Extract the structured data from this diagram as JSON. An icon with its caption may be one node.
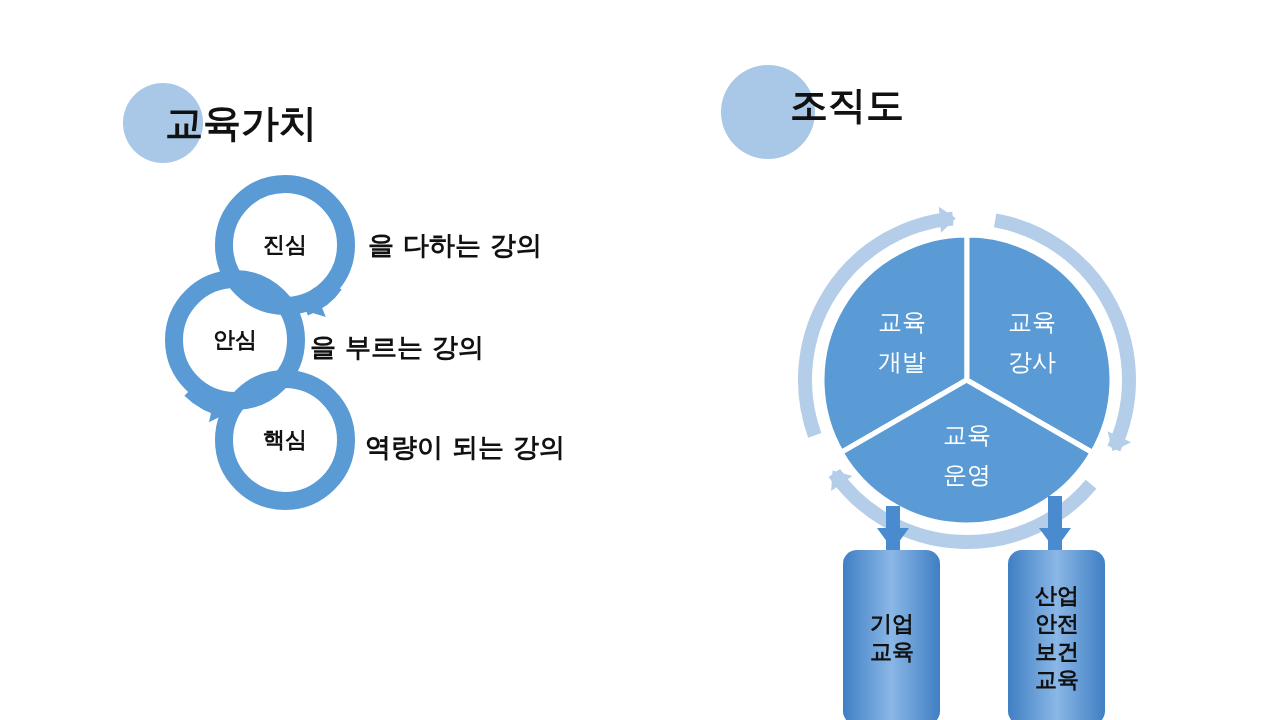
{
  "diagram": {
    "nodes": [
      {
        "text": [
          "진심"
        ],
        "beside": [
          "을 다하는 강의"
        ]
      },
      {
        "text": [
          "안심"
        ],
        "beside": [
          "을 부르는 강의"
        ]
      },
      {
        "text": [
          "핵심"
        ],
        "beside": [
          "역량이 되는 강의"
        ]
      },
      {
        "text": [
          "교육 개발"
        ]
      },
      {
        "text": [
          "교육 강사"
        ]
      },
      {
        "text": [
          "교육 운영"
        ]
      },
      {
        "text": [
          "기업 교육"
        ]
      },
      {
        "text": [
          "산업 안전 보건 교육"
        ]
      }
    ],
    "edges": [
      {
        "from": 0,
        "to": 1,
        "arrow": "to"
      },
      {
        "from": 1,
        "to": 2,
        "arrow": "to"
      },
      {
        "from": 5,
        "to": 6,
        "arrow": "to"
      },
      {
        "from": 5,
        "to": 7,
        "arrow": "to"
      }
    ],
    "labels": [
      "교육가치",
      "조직도"
    ]
  }
}
